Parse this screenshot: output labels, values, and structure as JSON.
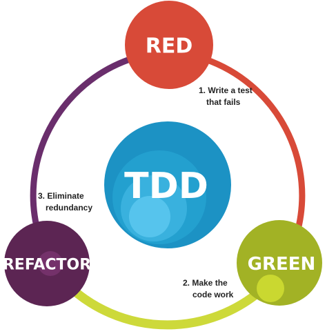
{
  "center": {
    "label": "TDD",
    "color": "#1C92C4"
  },
  "nodes": {
    "red": {
      "label": "RED",
      "color": "#D84A38"
    },
    "green": {
      "label": "GREEN",
      "color": "#A2B225"
    },
    "refactor": {
      "label": "REFACTOR",
      "color": "#5C2553"
    }
  },
  "arcs": {
    "red_to_green": "#D84A38",
    "green_to_refactor": "#CDD93A",
    "refactor_to_red": "#6A2E6C"
  },
  "steps": {
    "step1": {
      "line1": "1. Write a test",
      "line2": "that fails"
    },
    "step2": {
      "line1": "2. Make the",
      "line2": "code work"
    },
    "step3": {
      "line1": "3. Eliminate",
      "line2": "redundancy"
    }
  }
}
